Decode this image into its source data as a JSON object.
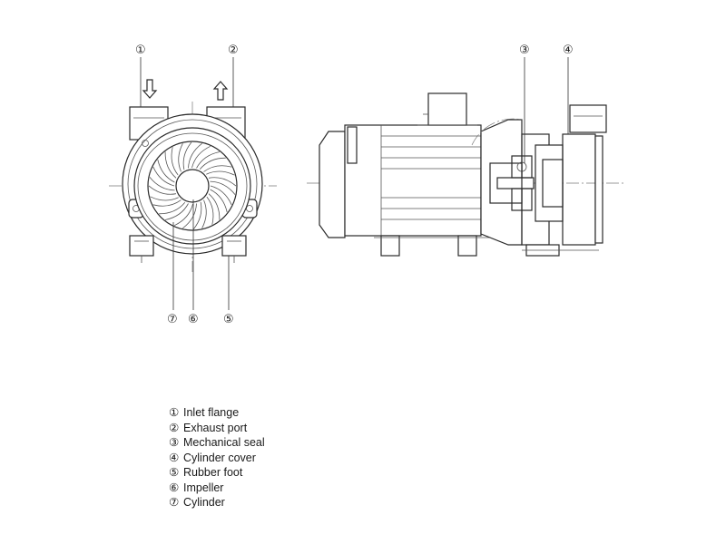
{
  "callouts": {
    "c1": "①",
    "c2": "②",
    "c3": "③",
    "c4": "④",
    "c5": "⑤",
    "c6": "⑥",
    "c7": "⑦"
  },
  "motor_label": "",
  "legend": [
    {
      "num": "①",
      "label": "Inlet  flange"
    },
    {
      "num": "②",
      "label": "Exhaust  port"
    },
    {
      "num": "③",
      "label": "Mechanical  seal"
    },
    {
      "num": "④",
      "label": "Cylinder  cover"
    },
    {
      "num": "⑤",
      "label": "Rubber  foot"
    },
    {
      "num": "⑥",
      "label": "Impeller"
    },
    {
      "num": "⑦",
      "label": "Cylinder"
    }
  ]
}
